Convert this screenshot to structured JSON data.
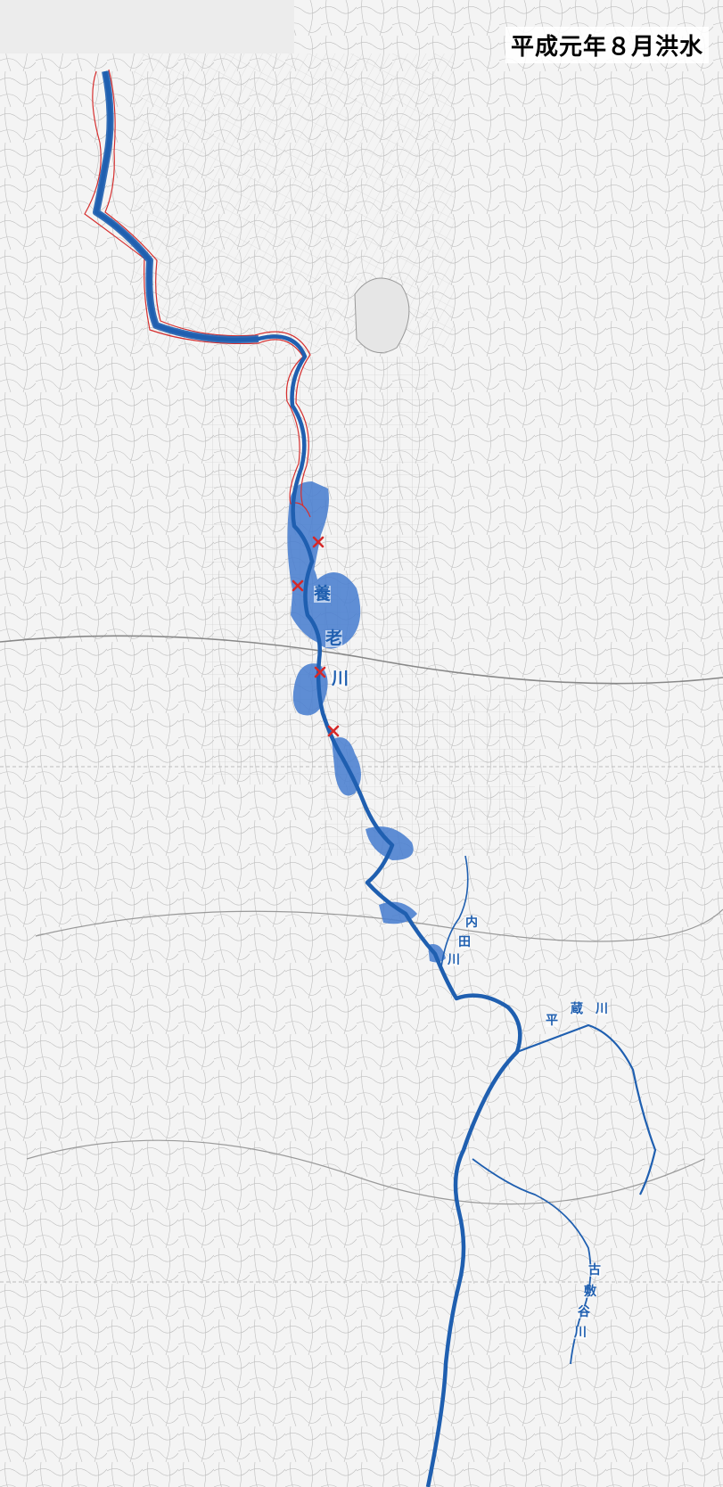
{
  "title": "平成元年８月洪水",
  "rivers": {
    "yoro": [
      "養",
      "老",
      "川"
    ],
    "uchida": [
      "内",
      "田",
      "川"
    ],
    "hirakura": [
      "平",
      "蔵",
      "川"
    ],
    "koshikiya": [
      "古",
      "敷",
      "谷",
      "川"
    ]
  },
  "colors": {
    "river": "#1f5fb0",
    "flood_area": "#4a7fd0",
    "boundary": "#d63030",
    "breach_mark": "#d62828",
    "map_base": "#f3f3f3"
  },
  "legend_marks": {
    "breach_points": 4
  }
}
